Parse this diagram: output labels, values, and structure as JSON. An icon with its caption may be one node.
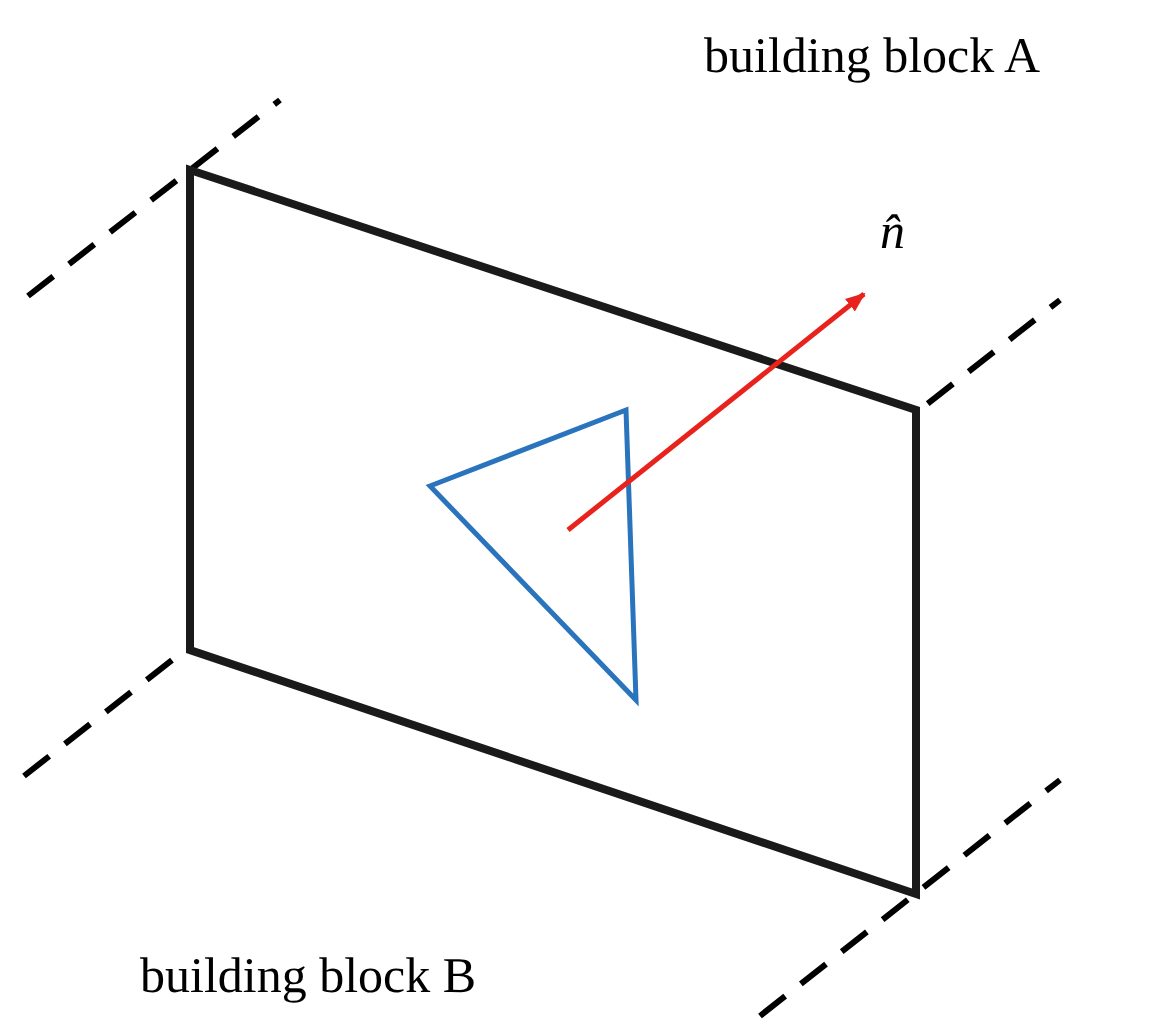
{
  "diagram": {
    "labels": [
      "building block A",
      "n̂",
      "building block B"
    ]
  }
}
